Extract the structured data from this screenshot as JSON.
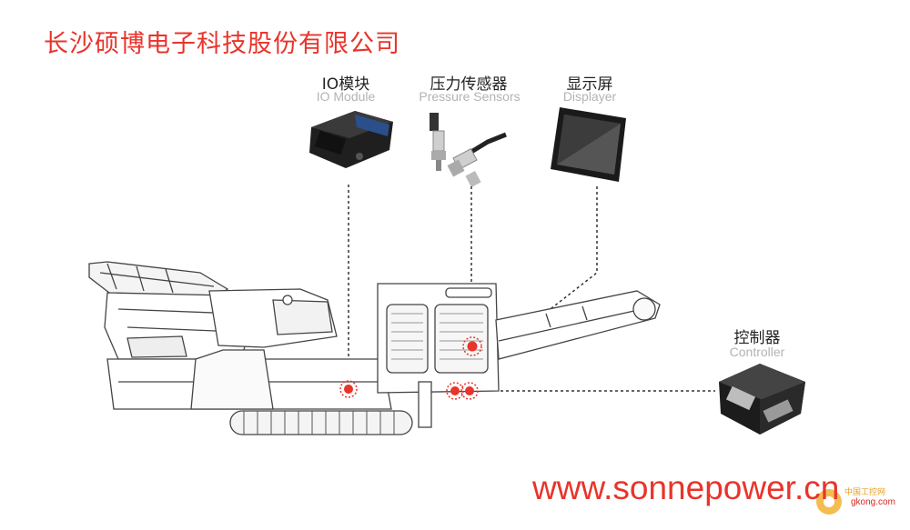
{
  "company_name": "长沙硕博电子科技股份有限公司",
  "components": [
    {
      "zh": "IO模块",
      "en": "IO Module"
    },
    {
      "zh": "压力传感器",
      "en": "Pressure Sensors"
    },
    {
      "zh": "显示屏",
      "en": "Displayer"
    },
    {
      "zh": "控制器",
      "en": "Controller"
    }
  ],
  "website": "www.sonnepower.cn",
  "watermark": {
    "line1": "中国工控网",
    "line2": "gkong.com"
  },
  "colors": {
    "accent": "#e8342b",
    "label_en": "#b3b3b3",
    "outline": "#444444"
  }
}
